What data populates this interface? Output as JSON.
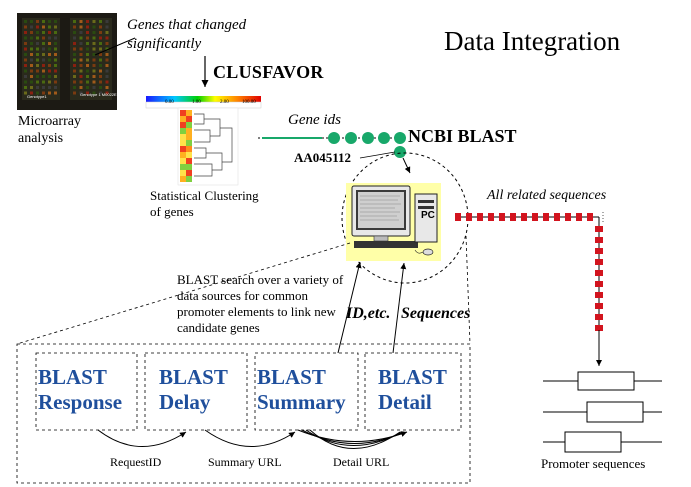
{
  "title": "Data Integration",
  "microarray": {
    "caption_line1": "Microarray",
    "caption_line2": "analysis",
    "panel_left_label": "Genotype1",
    "panel_right_label": "Genotype 1 M0022E"
  },
  "genes_changed": {
    "line1": "Genes that changed",
    "line2": "significantly"
  },
  "clusfavor": "CLUSFAVOR",
  "colorbar_ticks": [
    "0.00",
    "1.00",
    "2.00",
    "100.00"
  ],
  "clustering": {
    "line1": "Statistical Clustering",
    "line2": "of genes"
  },
  "gene_ids": "Gene ids",
  "accession": "AA045112",
  "ncbi_blast": "NCBI BLAST",
  "computer_label": "PC",
  "all_related": "All related sequences",
  "search_description": "BLAST search over a variety of data sources for common promoter elements to link new candidate genes",
  "id_label": "ID,etc.",
  "sequences_label": "Sequences",
  "blast_boxes": [
    {
      "line1": "BLAST",
      "line2": "Response"
    },
    {
      "line1": "BLAST",
      "line2": "Delay"
    },
    {
      "line1": "BLAST",
      "line2": "Summary"
    },
    {
      "line1": "BLAST",
      "line2": "Detail"
    }
  ],
  "links": [
    "RequestID",
    "Summary URL",
    "Detail URL"
  ],
  "promoter_sequences": "Promoter sequences",
  "colors": {
    "blast_text": "#1f4f9c",
    "gene_node": "#18a86a",
    "sequence_red": "#d2141e",
    "computer_bg": "#ffffa8"
  }
}
